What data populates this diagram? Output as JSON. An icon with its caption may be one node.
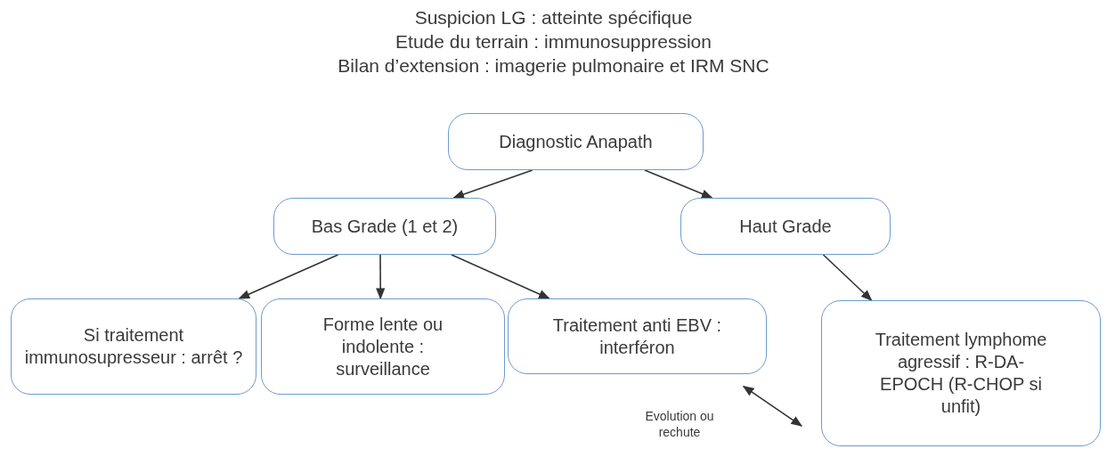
{
  "diagram": {
    "nodes": [
      {
        "text": [
          "Diagnostic Anapath"
        ]
      },
      {
        "text": [
          "Bas Grade (1 et 2)"
        ]
      },
      {
        "text": [
          "Haut Grade"
        ]
      },
      {
        "text": [
          "Si traitement immunosupresseur : arrêt ?"
        ]
      },
      {
        "text": [
          "Forme lente ou indolente : surveillance"
        ]
      },
      {
        "text": [
          "Traitement anti EBV : interféron"
        ]
      },
      {
        "text": [
          "Traitement lymphome agressif : R-DA-EPOCH (R-CHOP si unfit)"
        ]
      }
    ],
    "edges": [
      {
        "from": 0,
        "to": 1,
        "arrow": "to"
      },
      {
        "from": 0,
        "to": 2,
        "arrow": "to"
      },
      {
        "from": 1,
        "to": 3,
        "arrow": "to"
      },
      {
        "from": 1,
        "to": 4,
        "arrow": "to"
      },
      {
        "from": 1,
        "to": 5,
        "arrow": "to"
      },
      {
        "from": 2,
        "to": 6,
        "arrow": "to"
      },
      {
        "from": 5,
        "to": 6,
        "arrow": "both",
        "label": "Evolution ou rechute"
      }
    ],
    "labels": [
      "Suspicion LG : atteinte spécifique",
      "Etude du terrain : immunosuppression",
      "Bilan d’extension : imagerie pulmonaire et IRM SNC"
    ]
  }
}
